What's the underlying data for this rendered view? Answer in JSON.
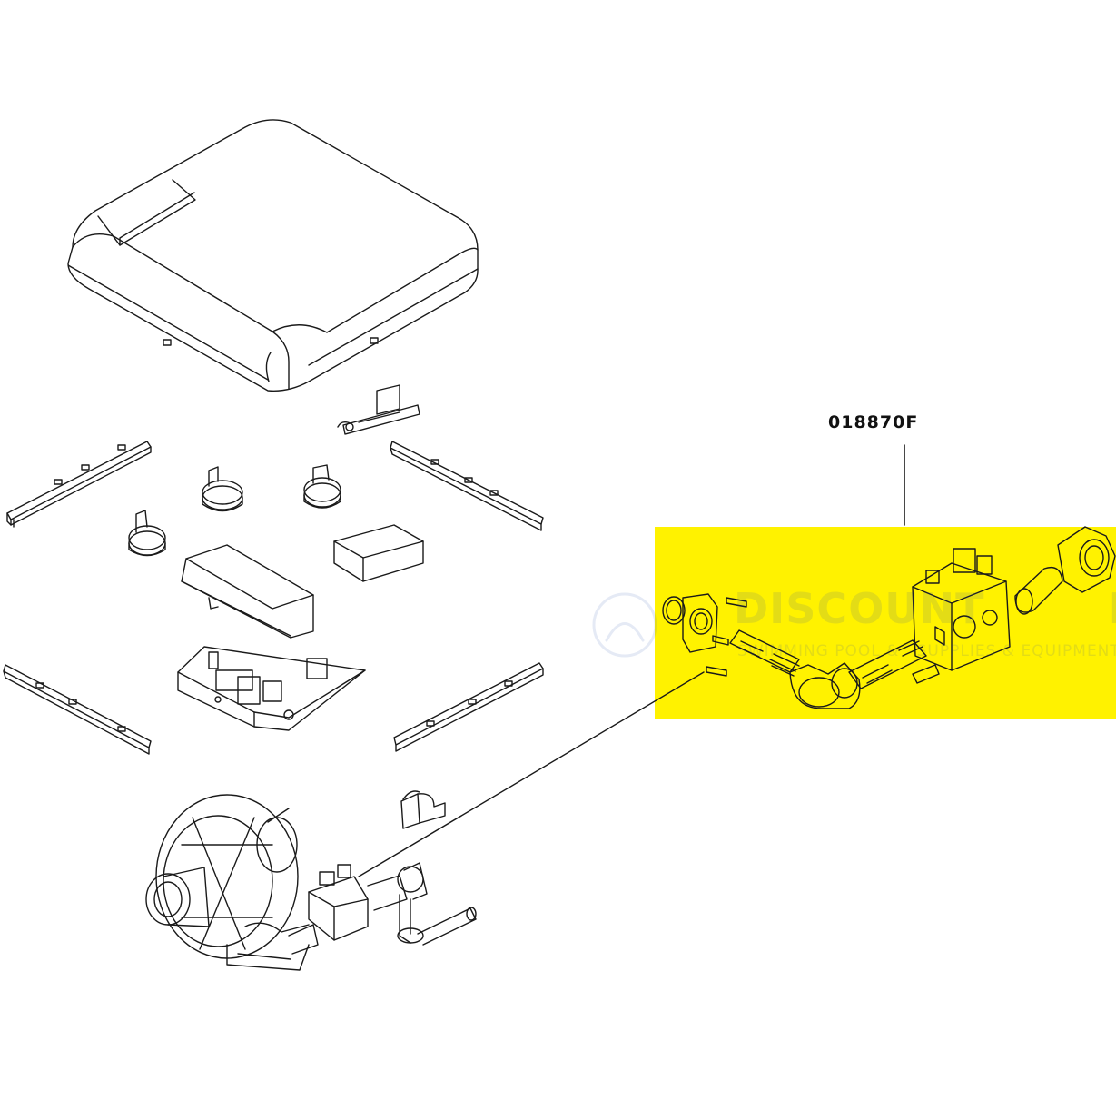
{
  "part_number": "018870F",
  "watermark": {
    "brand": "DISCOUNT",
    "brand_suffix": "MART",
    "tagline": "SWIMMING POOL &",
    "tagline_suffix": "SUPPLIES & EQUIPMENT"
  },
  "colors": {
    "highlight": "#FFF200",
    "line": "#1a1a1a",
    "background": "#ffffff"
  }
}
